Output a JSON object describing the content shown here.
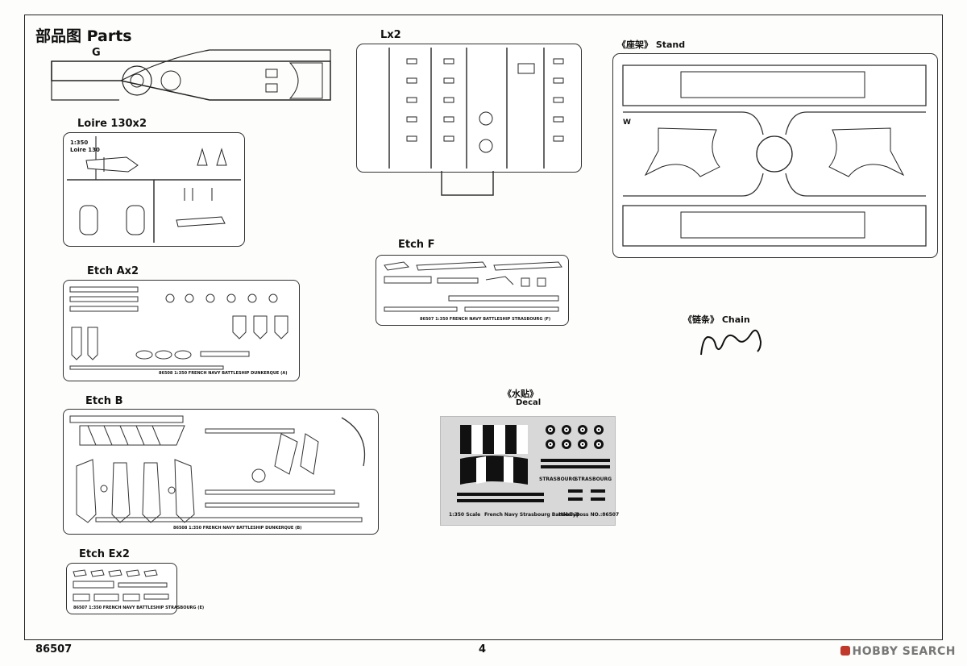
{
  "page": {
    "title": "部品图 Parts",
    "model_number": "86507",
    "page_number": "4",
    "watermark": "HOBBY SEARCH"
  },
  "sections": {
    "g": "G",
    "lx2": "Lx2",
    "stand": "《座架》 Stand",
    "loire": "Loire 130x2",
    "etch_a": "Etch Ax2",
    "etch_f": "Etch F",
    "chain": "《链条》 Chain",
    "etch_b": "Etch B",
    "decal": "《水贴》",
    "decal_en": "Decal",
    "etch_e": "Etch Ex2"
  },
  "sprue_text": {
    "loire_scale": "1:350",
    "loire_name": "Loire 130",
    "stand_w": "W",
    "etch_a_caption": "86508 1:350 FRENCH NAVY BATTLESHIP DUNKERQUE (A)",
    "etch_f_caption": "86507 1:350 FRENCH NAVY BATTLESHIP STRASBOURG (F)",
    "etch_b_caption": "86508 1:350 FRENCH NAVY BATTLESHIP DUNKERQUE (B)",
    "etch_e_caption": "86507 1:350 FRENCH NAVY BATTLESHIP STRASBOURG (E)"
  },
  "decal_sheet": {
    "footer_scale": "1:350 Scale",
    "footer_name": "French Navy Strasbourg Battleship",
    "footer_brand": "HobbyBoss NO.:86507",
    "name_plate": "STRASBOURG"
  }
}
